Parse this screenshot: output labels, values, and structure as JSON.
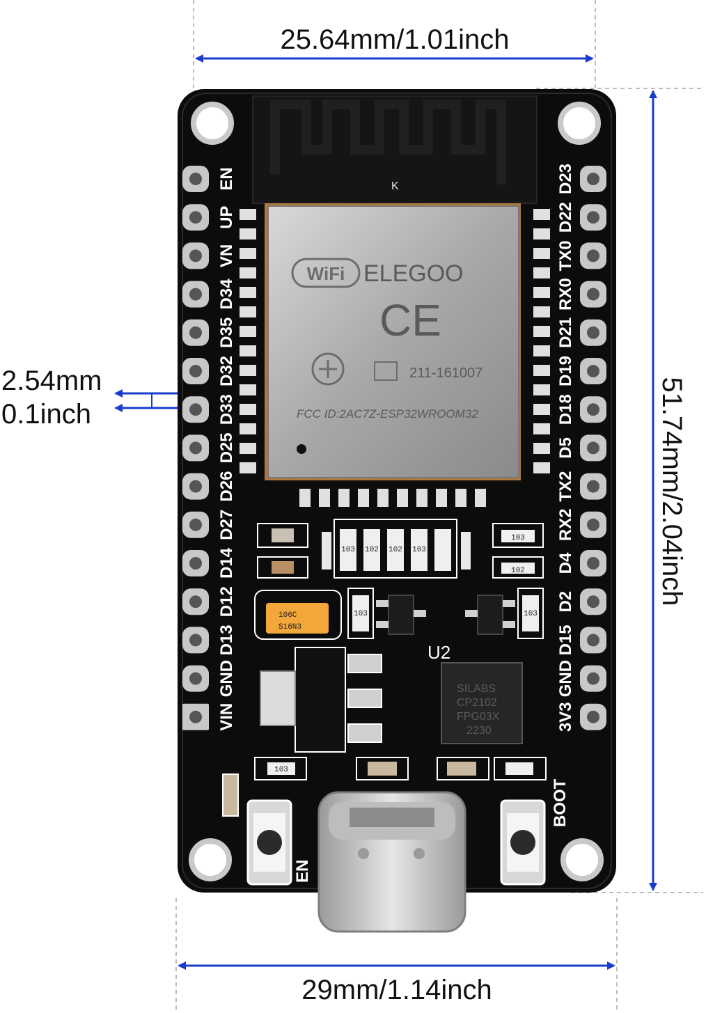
{
  "dimensions": {
    "top_width": "25.64mm/1.01inch",
    "bottom_width": "29mm/1.14inch",
    "height": "51.74mm/2.04inch",
    "pin_pitch_mm": "2.54mm",
    "pin_pitch_inch": "0.1inch"
  },
  "left_pins": [
    "EN",
    "UP",
    "VN",
    "D34",
    "D35",
    "D32",
    "D33",
    "D25",
    "D26",
    "D27",
    "D14",
    "D12",
    "D13",
    "GND",
    "VIN"
  ],
  "right_pins": [
    "D23",
    "D22",
    "TX0",
    "RX0",
    "D21",
    "D19",
    "D18",
    "D5",
    "TX2",
    "RX2",
    "D4",
    "D2",
    "D15",
    "GND",
    "3V3"
  ],
  "module": {
    "wifi_logo": "WiFi",
    "brand": "ELEGOO",
    "ce_mark": "CE",
    "cert_code": "211-161007",
    "fcc_id": "FCC ID:2AC7Z-ESP32WROOM32",
    "antenna_mark": "K"
  },
  "board": {
    "u2_label": "U2",
    "cp2102": [
      "SILABS",
      "CP2102",
      "FPG03X",
      "2230"
    ],
    "capacitor": [
      "106C",
      "S16N3"
    ],
    "resistor_codes": [
      "103",
      "102",
      "103",
      "102",
      "102",
      "103",
      "103",
      "103",
      "103"
    ],
    "boot_label": "BOOT",
    "en_label": "EN"
  }
}
